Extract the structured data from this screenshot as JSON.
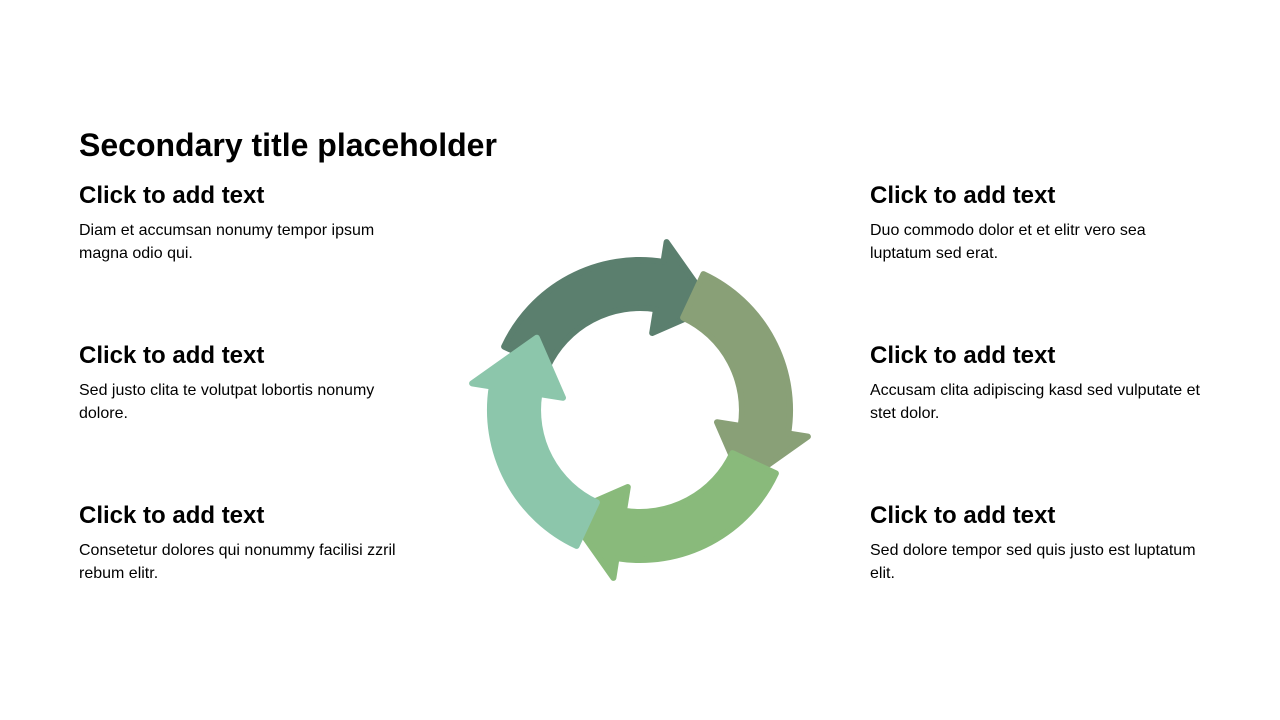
{
  "title": "Secondary title placeholder",
  "blocks": {
    "left": [
      {
        "heading": "Click to add text",
        "body": "Diam et accumsan nonumy tempor ipsum magna odio qui."
      },
      {
        "heading": "Click to add text",
        "body": "Sed justo clita te volutpat lobortis nonumy dolore."
      },
      {
        "heading": "Click to add text",
        "body": "Consetetur dolores qui nonummy facilisi zzril rebum elitr."
      }
    ],
    "right": [
      {
        "heading": "Click to add text",
        "body": "Duo commodo dolor et et elitr vero sea luptatum sed erat."
      },
      {
        "heading": "Click to add text",
        "body": "Accusam clita adipiscing kasd sed vulputate et stet dolor."
      },
      {
        "heading": "Click to add text",
        "body": "Sed dolore tempor sed quis justo est luptatum elit."
      }
    ]
  },
  "cycle": {
    "icon": "circular-arrows-icon",
    "colors": {
      "top": "#5b7f6e",
      "right": "#89a077",
      "bottom": "#89ba7b",
      "left": "#8cc6ab"
    }
  }
}
